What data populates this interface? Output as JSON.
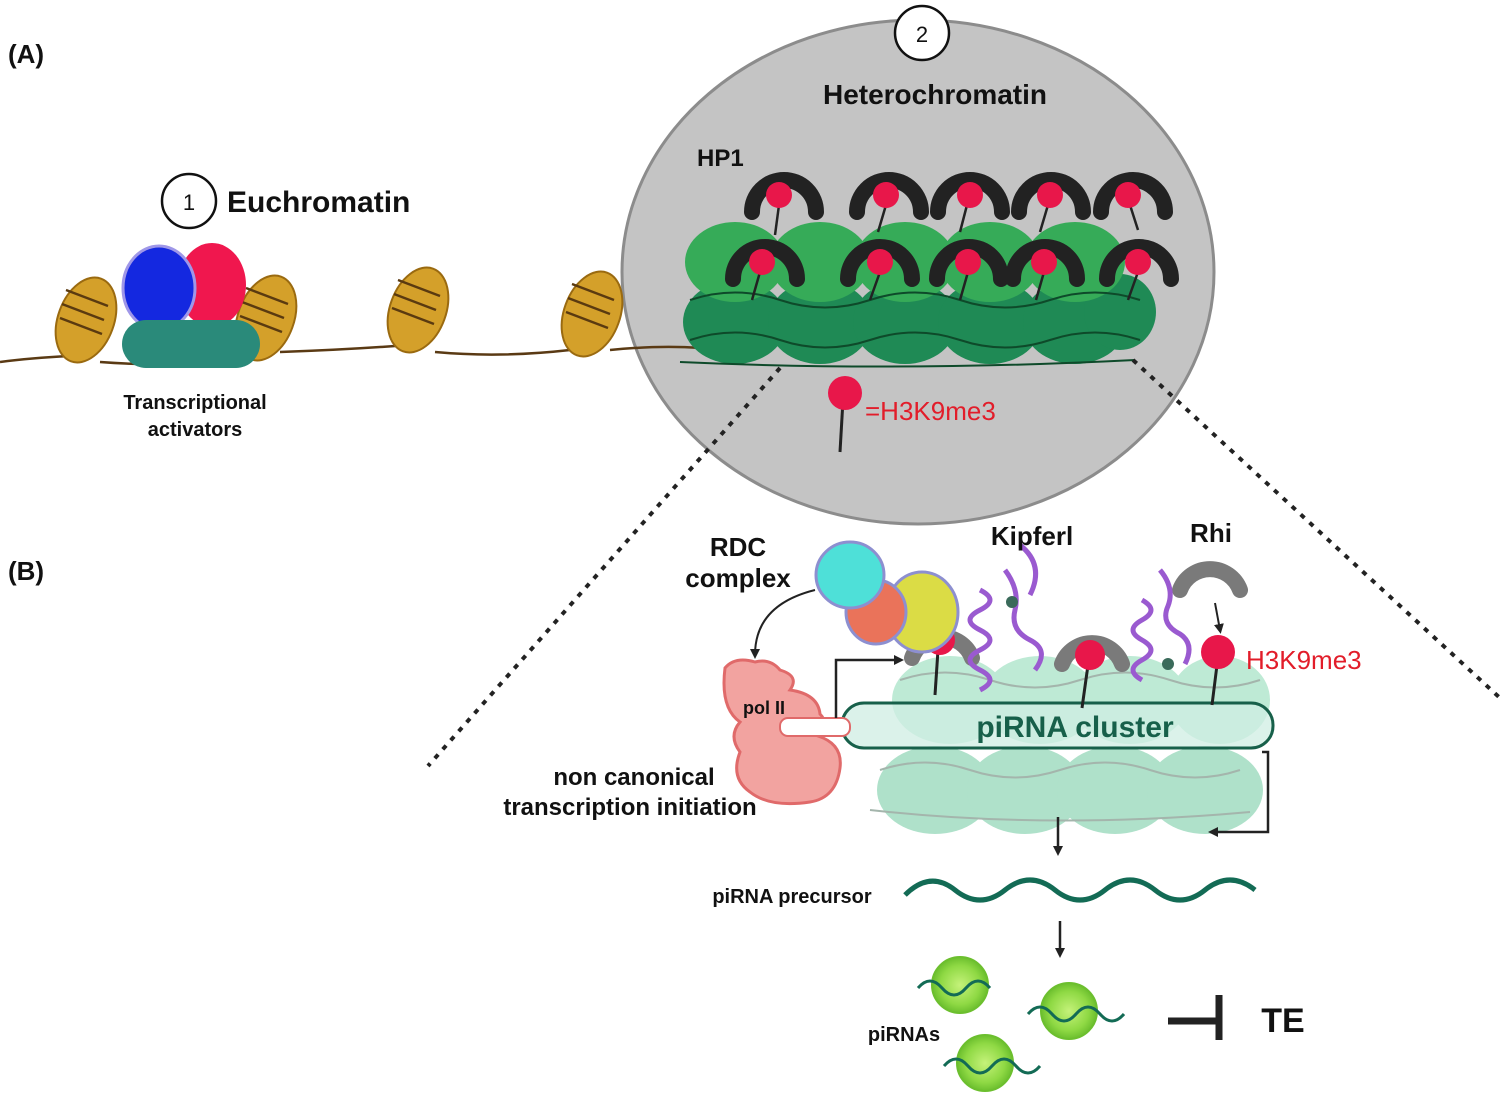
{
  "panel_a": {
    "label": "(A)",
    "euchromatin": {
      "number": "1",
      "label": "Euchromatin",
      "activators_label_line1": "Transcriptional",
      "activators_label_line2": "activators"
    },
    "heterochromatin": {
      "number": "2",
      "label": "Heterochromatin",
      "hp1_label": "HP1",
      "legend_label": "=H3K9me3"
    }
  },
  "panel_b": {
    "label": "(B)",
    "rdc_line1": "RDC",
    "rdc_line2": "complex",
    "kipferl_label": "Kipferl",
    "rhi_label": "Rhi",
    "h3k9me3_label": "H3K9me3",
    "pol2_label": "pol II",
    "cluster_label": "piRNA cluster",
    "noncanonical_line1": "non canonical",
    "noncanonical_line2": "transcription initiation",
    "precursor_label": "piRNA precursor",
    "pirnas_label": "piRNAs",
    "te_label": "TE"
  },
  "colors": {
    "nucleosome_gold": "#d4a02a",
    "heterochromatin_green": "#2e9e58",
    "h3k9me3_red": "#e8174a",
    "hp1_black": "#222222",
    "rhi_gray": "#7a7a7a",
    "nucleus_gray": "#c4c4c4",
    "activator_blue": "#1428e0",
    "activator_teal": "#2a8a7a",
    "rdc_cyan": "#4ee0d8",
    "rdc_orange": "#ea735a",
    "rdc_yellow": "#dbdc45",
    "pol2_pink": "#f2a3a0",
    "cluster_fill": "#cfeee3",
    "pirna_green": "#8fd944",
    "rna_teal": "#136b55",
    "label_red": "#e21d2a"
  },
  "icons": [
    "nucleosome-icon",
    "hp1-icon",
    "h3k9me3-marker-icon",
    "kipferl-protein-icon",
    "rhi-icon",
    "pol2-icon",
    "pirna-icon",
    "inhibition-icon"
  ]
}
